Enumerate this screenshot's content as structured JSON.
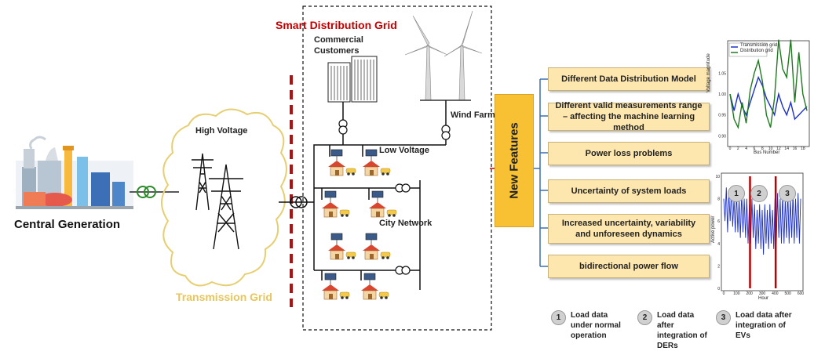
{
  "labels": {
    "central_generation": "Central Generation",
    "high_voltage": "High Voltage",
    "transmission_grid": "Transmission Grid",
    "smart_distribution_grid": "Smart Distribution Grid",
    "commercial_customers": "Commercial Customers",
    "wind_farms": "Wind Farms",
    "low_voltage": "Low Voltage",
    "city_network": "City Network",
    "new_features": "New Features"
  },
  "features": [
    "Different Data Distribution Model",
    "Different valid measurements range – affecting the machine learning method",
    "Power loss problems",
    "Uncertainty of system loads",
    "Increased uncertainty, variability and unforeseen dynamics",
    "bidirectional power flow"
  ],
  "legend": [
    {
      "num": "1",
      "text": "Load data under normal operation"
    },
    {
      "num": "2",
      "text": "Load data after integration of DERs"
    },
    {
      "num": "3",
      "text": "Load data after integration of EVs"
    }
  ],
  "chart_data": [
    {
      "type": "line",
      "legend_placement": "top-left",
      "series": [
        {
          "name": "Transmission grid",
          "color": "#1a2fc9",
          "x": [
            0,
            1,
            2,
            3,
            4,
            5,
            6,
            7,
            8,
            9,
            10,
            11,
            12,
            13,
            14,
            15,
            16,
            17,
            18,
            19
          ],
          "values": [
            1.0,
            0.96,
            1.0,
            0.97,
            0.95,
            0.98,
            1.01,
            1.04,
            1.02,
            0.99,
            0.97,
            0.95,
            1.0,
            0.97,
            0.95,
            0.98,
            0.94,
            0.95,
            0.96,
            0.97
          ]
        },
        {
          "name": "Distribution grid",
          "color": "#1f7a1f",
          "x": [
            0,
            1,
            2,
            3,
            4,
            5,
            6,
            7,
            8,
            9,
            10,
            11,
            12,
            13,
            14,
            15,
            16,
            17,
            18,
            19
          ],
          "values": [
            1.0,
            0.94,
            0.92,
            0.98,
            0.93,
            1.01,
            1.05,
            1.08,
            1.03,
            0.95,
            0.92,
            0.99,
            1.13,
            1.06,
            1.04,
            1.13,
            0.98,
            1.1,
            1.0,
            0.96
          ]
        }
      ],
      "xlabel": "Bus Number",
      "ylabel": "Voltage magnitude",
      "xlim": [
        0,
        19
      ],
      "ylim": [
        0.88,
        1.12
      ],
      "xticks": [
        "0",
        "2",
        "4",
        "6",
        "8",
        "10",
        "12",
        "14",
        "16",
        "18"
      ],
      "yticks": [
        "0.95",
        "1.00",
        "1.05",
        "0.90"
      ],
      "grid": false
    },
    {
      "type": "line",
      "series": [
        {
          "name": "",
          "color": "#1a2fc9",
          "x": [
            0,
            10,
            20,
            30,
            40,
            50,
            60,
            70,
            80,
            90,
            100,
            110,
            120,
            130,
            140,
            150,
            160,
            170,
            180,
            190,
            200,
            210,
            220,
            230,
            240,
            250,
            260,
            270,
            280,
            290,
            300,
            310,
            320,
            330,
            340,
            350,
            360,
            370,
            380,
            390,
            400,
            410,
            420,
            430,
            440,
            450,
            460,
            470,
            480,
            490,
            500,
            510,
            520,
            530,
            540,
            550,
            560,
            570,
            580,
            590,
            600
          ],
          "values": [
            8,
            6,
            9,
            5,
            8.5,
            6,
            9,
            5.5,
            8,
            5,
            8.5,
            5,
            8,
            4.5,
            8.5,
            5,
            8,
            4.5,
            8,
            4,
            7.5,
            4,
            8,
            4.5,
            7.5,
            3.5,
            7,
            4,
            7.5,
            3.5,
            7,
            3,
            7.5,
            4,
            7,
            3.5,
            7.5,
            4,
            7,
            3.5,
            8,
            4,
            8.5,
            4.5,
            8,
            4,
            8.5,
            4,
            8,
            4.5,
            8.5,
            4,
            8,
            4.5,
            8.5,
            4,
            8,
            4.5,
            8.5,
            4,
            8
          ]
        }
      ],
      "markers": [
        {
          "x": 205,
          "color": "#c00000"
        },
        {
          "x": 405,
          "color": "#c00000"
        }
      ],
      "regions": [
        "1",
        "2",
        "3"
      ],
      "xlabel": "Hour",
      "ylabel": "Active power",
      "xlim": [
        0,
        600
      ],
      "ylim": [
        0,
        10
      ],
      "xticks": [
        "0",
        "100",
        "200",
        "300",
        "400",
        "500",
        "600"
      ],
      "yticks": [
        "0",
        "2",
        "4",
        "6",
        "8",
        "10"
      ],
      "grid": false
    }
  ]
}
